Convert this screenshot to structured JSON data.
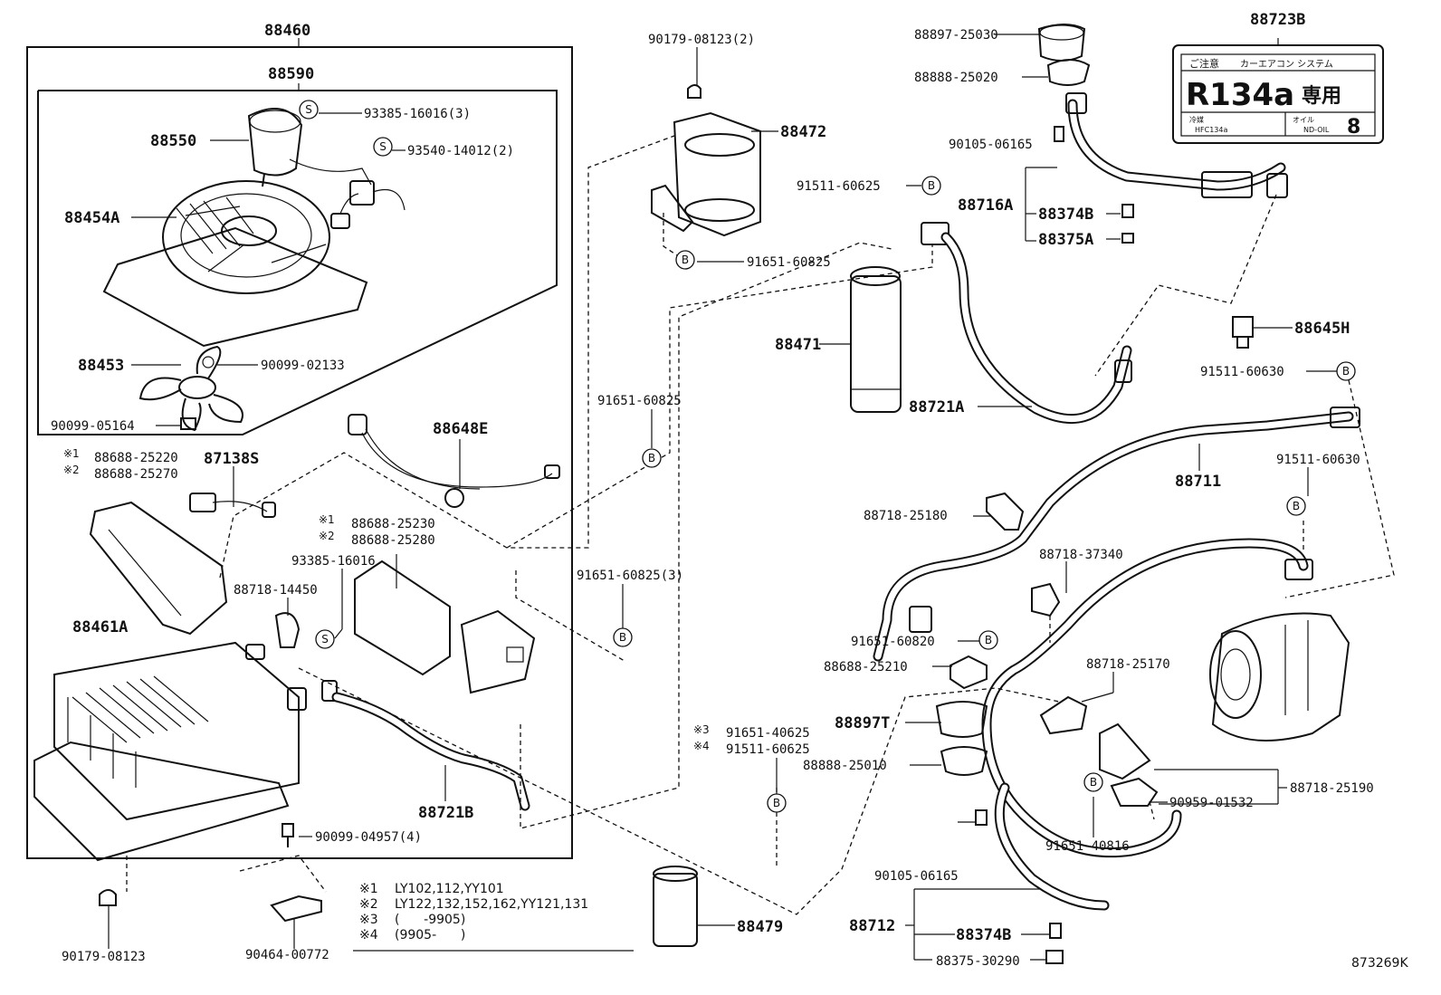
{
  "labels": {
    "p88460": "88460",
    "p88590": "88590",
    "p88550": "88550",
    "p93385_3": "93385-16016(3)",
    "p93540": "93540-14012(2)",
    "p88454A": "88454A",
    "p88453": "88453",
    "p90099_02133": "90099-02133",
    "p90099_05164": "90099-05164",
    "n1a": "※1",
    "p88688_25220": "88688-25220",
    "p87138S": "87138S",
    "n2a": "※2",
    "p88688_25270": "88688-25270",
    "p88648E": "88648E",
    "n1b": "※1",
    "p88688_25230": "88688-25230",
    "n2b": "※2",
    "p88688_25280": "88688-25280",
    "p93385": "93385-16016",
    "p88718_14450": "88718-14450",
    "p88461A": "88461A",
    "p88721B": "88721B",
    "p90099_04957": "90099-04957(4)",
    "p90179_08123_b": "90179-08123",
    "p90464": "90464-00772",
    "p90179_08123_2": "90179-08123(2)",
    "p88472": "88472",
    "p91651_60825_a": "91651-60825",
    "p91651_60825_b": "91651-60825",
    "p91651_60825_3": "91651-60825(3)",
    "n3": "※3",
    "p91651_40625": "91651-40625",
    "n4": "※4",
    "p91511_60625_b": "91511-60625",
    "p88479": "88479",
    "p88897_25030": "88897-25030",
    "p88888_25020": "88888-25020",
    "p90105_06165_a": "90105-06165",
    "p91511_60625_a": "91511-60625",
    "p88716A": "88716A",
    "p88374B_a": "88374B",
    "p88375A": "88375A",
    "p88471": "88471",
    "p88721A": "88721A",
    "p88723B": "88723B",
    "p88645H": "88645H",
    "p91511_60630_a": "91511-60630",
    "p91511_60630_b": "91511-60630",
    "p88711": "88711",
    "p88718_25180": "88718-25180",
    "p88718_37340": "88718-37340",
    "p91651_60820": "91651-60820",
    "p88688_25210": "88688-25210",
    "p88718_25170": "88718-25170",
    "p88897T": "88897T",
    "p88888_25010": "88888-25010",
    "p88718_25190": "88718-25190",
    "p90959": "90959-01532",
    "p91651_40816": "91651-40816",
    "p90105_06165_b": "90105-06165",
    "p88712": "88712",
    "p88374B_b": "88374B",
    "p88375_30290": "88375-30290",
    "diagram_id": "873269K"
  },
  "callouts": {
    "s": "S",
    "b": "B"
  },
  "notes": [
    {
      "mark": "※1",
      "text": "LY102,112,YY101"
    },
    {
      "mark": "※2",
      "text": "LY122,132,152,162,YY121,131"
    },
    {
      "mark": "※3",
      "text": "(      -9905)"
    },
    {
      "mark": "※4",
      "text": "(9905-      )"
    }
  ],
  "sticker": {
    "header_left": "ご注意",
    "header_right": "カーエアコン  システム",
    "refrigerant": "R134a",
    "exclusive": "専用",
    "small_left_1": "冷媒",
    "small_left_2": "HFC134a",
    "small_right_1": "オイル",
    "small_right_2": "ND-OIL",
    "oil_number": "8"
  }
}
